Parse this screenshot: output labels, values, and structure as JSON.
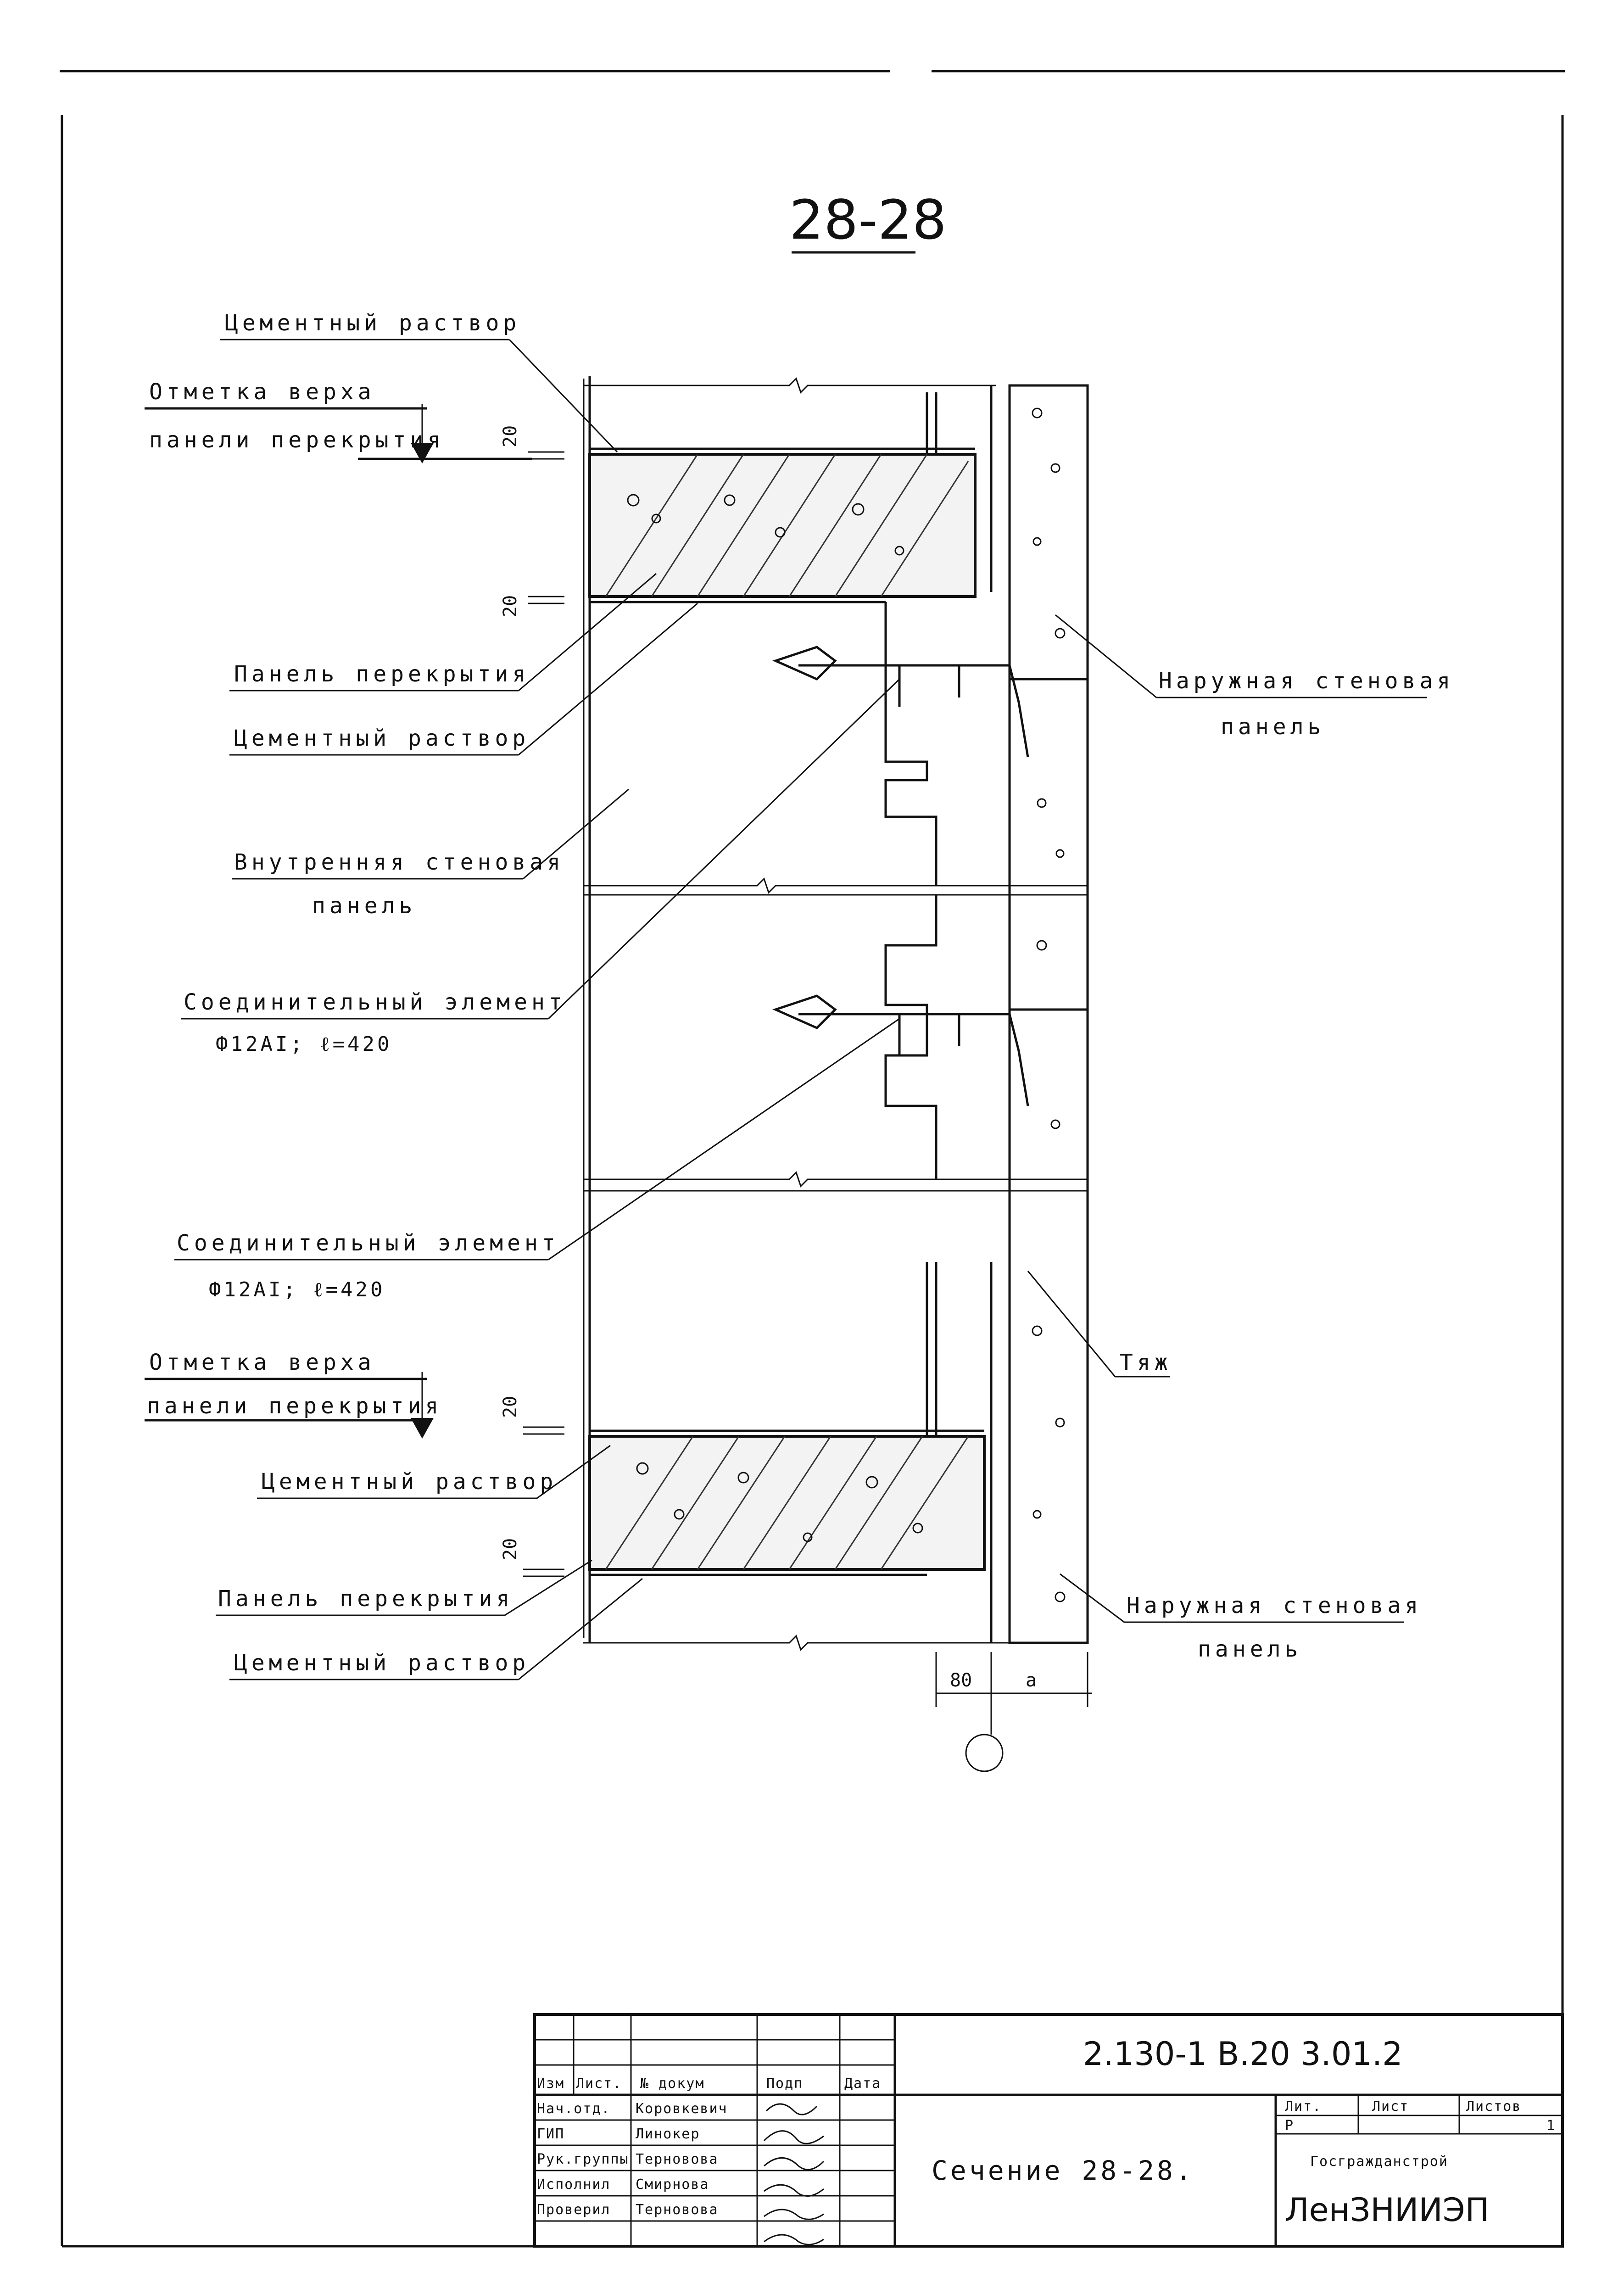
{
  "drawing": {
    "section_title": "28-28",
    "labels": {
      "mortar_top_1": "Цементный раствор",
      "mark_top_1_line1": "Отметка верха",
      "mark_top_1_line2": "панели перекрытия",
      "floor_panel_1": "Панель перекрытия",
      "mortar_bottom_1": "Цементный раствор",
      "inner_panel_line1": "Внутренняя стеновая",
      "inner_panel_line2": "панель",
      "connector_1_line1": "Соединительный элемент",
      "connector_1_line2": "Ф12АI; ℓ=420",
      "connector_2_line1": "Соединительный элемент",
      "connector_2_line2": "Ф12АI; ℓ=420",
      "mark_top_2_line1": "Отметка верха",
      "mark_top_2_line2": "панели перекрытия",
      "mortar_top_2": "Цементный раствор",
      "floor_panel_2": "Панель перекрытия",
      "mortar_bottom_2": "Цементный раствор",
      "outer_panel_1_line1": "Наружная стеновая",
      "outer_panel_1_line2": "панель",
      "outer_panel_2_line1": "Наружная стеновая",
      "outer_panel_2_line2": "панель",
      "tie": "Тяж"
    },
    "dimensions": {
      "gap_20_a": "20",
      "gap_20_b": "20",
      "gap_20_c": "20",
      "gap_20_d": "20",
      "width_80": "80",
      "width_a": "a"
    }
  },
  "title_block": {
    "document_code": "2.130-1 В.20 3.01.2",
    "sheet_title": "Сечение 28-28.",
    "headers": {
      "change": "Изм",
      "sheet": "Лист.",
      "doc_no": "№ докум",
      "signature": "Подп",
      "date": "Дата"
    },
    "roles": [
      {
        "role": "Нач.отд.",
        "name": "Коровкевич"
      },
      {
        "role": "ГИП",
        "name": "Линокер"
      },
      {
        "role": "Рук.группы",
        "name": "Терновова"
      },
      {
        "role": "Исполнил",
        "name": "Смирнова"
      },
      {
        "role": "Проверил",
        "name": "Терновова"
      }
    ],
    "stage_header": "Лит.",
    "sheet_header": "Лист",
    "sheets_header": "Листов",
    "stage_value": "Р",
    "sheets_value": "1",
    "org_line1": "Госгражданстрой",
    "org_line2": "ЛенЗНИИЭП"
  }
}
